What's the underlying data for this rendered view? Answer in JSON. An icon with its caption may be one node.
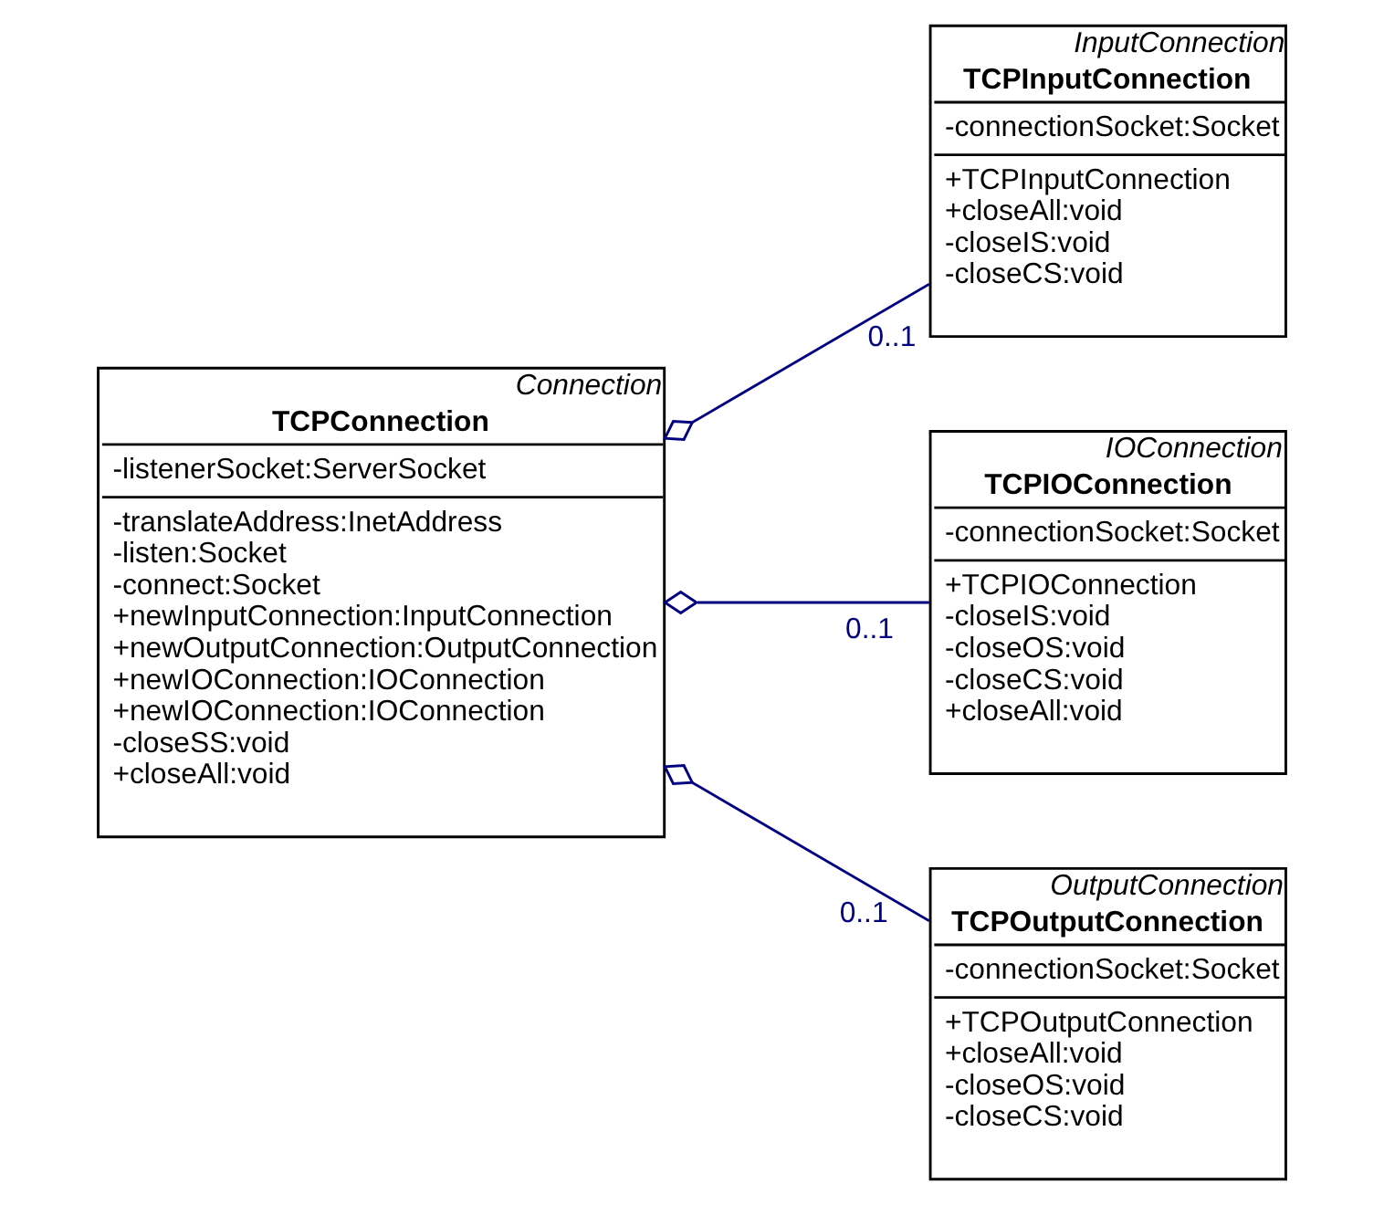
{
  "diagram": {
    "nodes": [
      {
        "text": [
          "Connection",
          "TCPConnection",
          "-listenerSocket:ServerSocket",
          "-translateAddress:InetAddress",
          "-listen:Socket",
          "-connect:Socket",
          "+newInputConnection:InputConnection",
          "+newOutputConnection:OutputConnection",
          "+newIOConnection:IOConnection",
          "+newIOConnection:IOConnection",
          "-closeSS:void",
          "+closeAll:void"
        ]
      },
      {
        "text": [
          "InputConnection",
          "TCPInputConnection",
          "-connectionSocket:Socket",
          "+TCPInputConnection",
          "+closeAll:void",
          "-closeIS:void",
          "-closeCS:void"
        ]
      },
      {
        "text": [
          "IOConnection",
          "TCPIOConnection",
          "-connectionSocket:Socket",
          "+TCPIOConnection",
          "-closeIS:void",
          "-closeOS:void",
          "-closeCS:void",
          "+closeAll:void"
        ]
      },
      {
        "text": [
          "OutputConnection",
          "TCPOutputConnection",
          "-connectionSocket:Socket",
          "+TCPOutputConnection",
          "+closeAll:void",
          "-closeOS:void",
          "-closeCS:void"
        ]
      }
    ],
    "edges": [
      {
        "from": 0,
        "to": 1,
        "arrow": "other",
        "label": "0..1"
      },
      {
        "from": 0,
        "to": 2,
        "arrow": "other",
        "label": "0..1"
      },
      {
        "from": 0,
        "to": 3,
        "arrow": "other",
        "label": "0..1"
      }
    ]
  }
}
